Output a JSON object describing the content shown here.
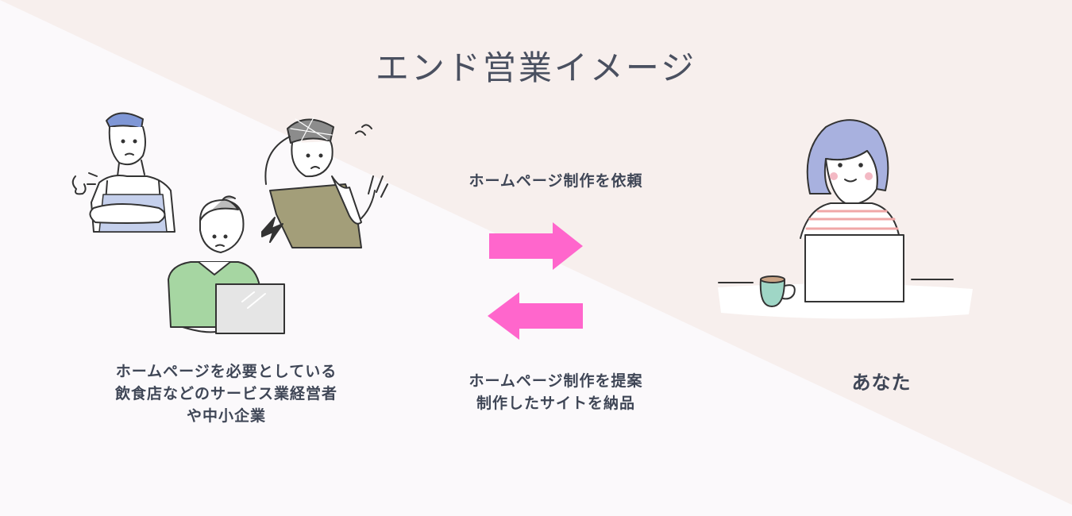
{
  "title": "エンド営業イメージ",
  "arrow_right_label": "ホームページ制作を依頼",
  "arrow_left_label": {
    "line1": "ホームページ制作を提案",
    "line2": "制作したサイトを納品"
  },
  "clients_label": {
    "line1": "ホームページを必要としている",
    "line2": "飲食店などのサービス業経営者",
    "line3": "や中小企業"
  },
  "you_label": "あなた",
  "colors": {
    "bg_left": "#fbf9fb",
    "bg_right": "#f7efed",
    "arrow": "#ff66cc",
    "text": "#3f4656"
  }
}
